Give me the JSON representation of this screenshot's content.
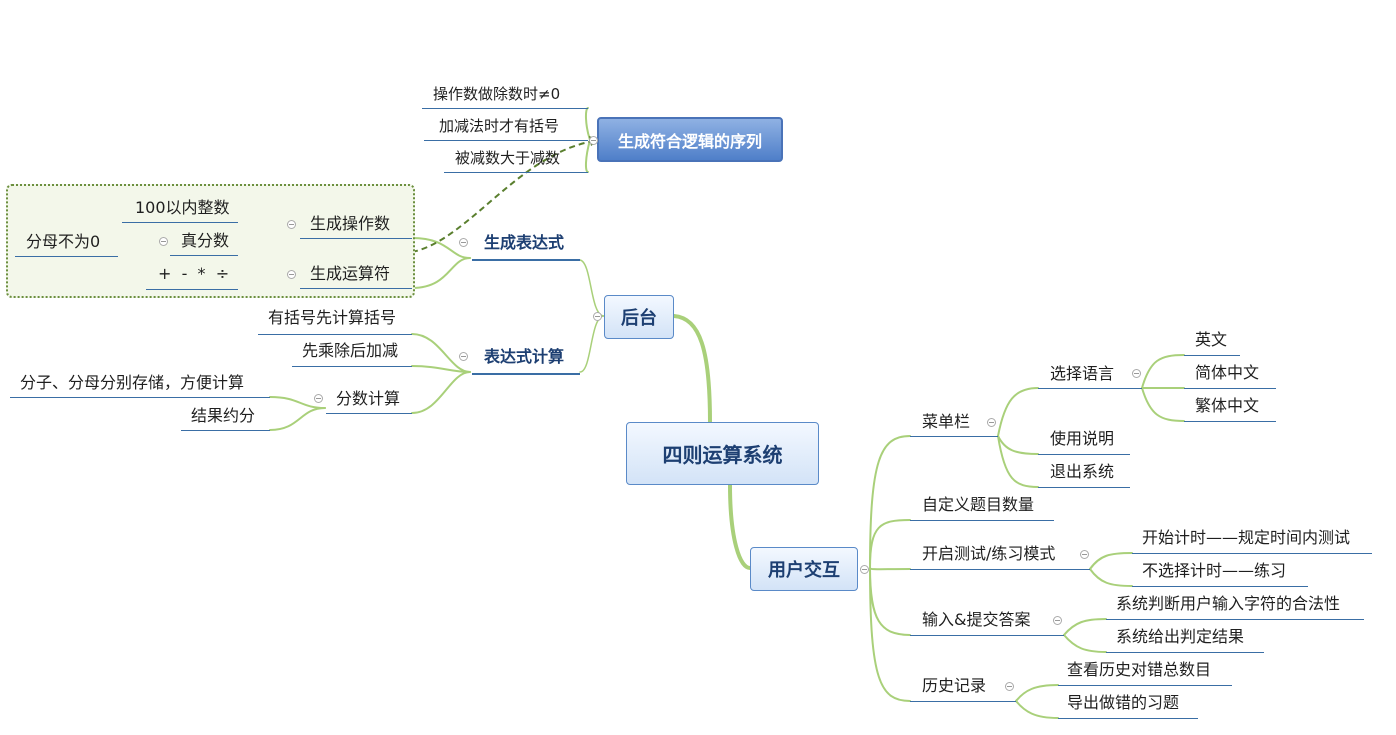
{
  "root": "四则运算系统",
  "backend": {
    "label": "后台",
    "gen_expr": {
      "label": "生成表达式",
      "operands": {
        "label": "生成操作数",
        "int": "100以内整数",
        "fraction": "真分数",
        "denominator": "分母不为0"
      },
      "operators": {
        "label": "生成运算符",
        "symbols": "+  -  *  ÷"
      }
    },
    "sequence": {
      "label": "生成符合逻辑的序列",
      "rules": [
        "操作数做除数时≠0",
        "加减法时才有括号",
        "被减数大于减数"
      ]
    },
    "calc": {
      "label": "表达式计算",
      "brackets": "有括号先计算括号",
      "muldiv": "先乘除后加减",
      "fraction_calc": {
        "label": "分数计算",
        "store": "分子、分母分别存储，方便计算",
        "reduce": "结果约分"
      }
    }
  },
  "user": {
    "label": "用户交互",
    "menu": {
      "label": "菜单栏",
      "language": {
        "label": "选择语言",
        "options": [
          "英文",
          "简体中文",
          "繁体中文"
        ]
      },
      "help": "使用说明",
      "exit": "退出系统"
    },
    "custom_count": "自定义题目数量",
    "mode": {
      "label": "开启测试/练习模式",
      "timed": "开始计时——规定时间内测试",
      "untimed": "不选择计时——练习"
    },
    "answer": {
      "label": "输入&提交答案",
      "validate": "系统判断用户输入字符的合法性",
      "judge": "系统给出判定结果"
    },
    "history": {
      "label": "历史记录",
      "view": "查看历史对错总数目",
      "export": "导出做错的习题"
    }
  }
}
